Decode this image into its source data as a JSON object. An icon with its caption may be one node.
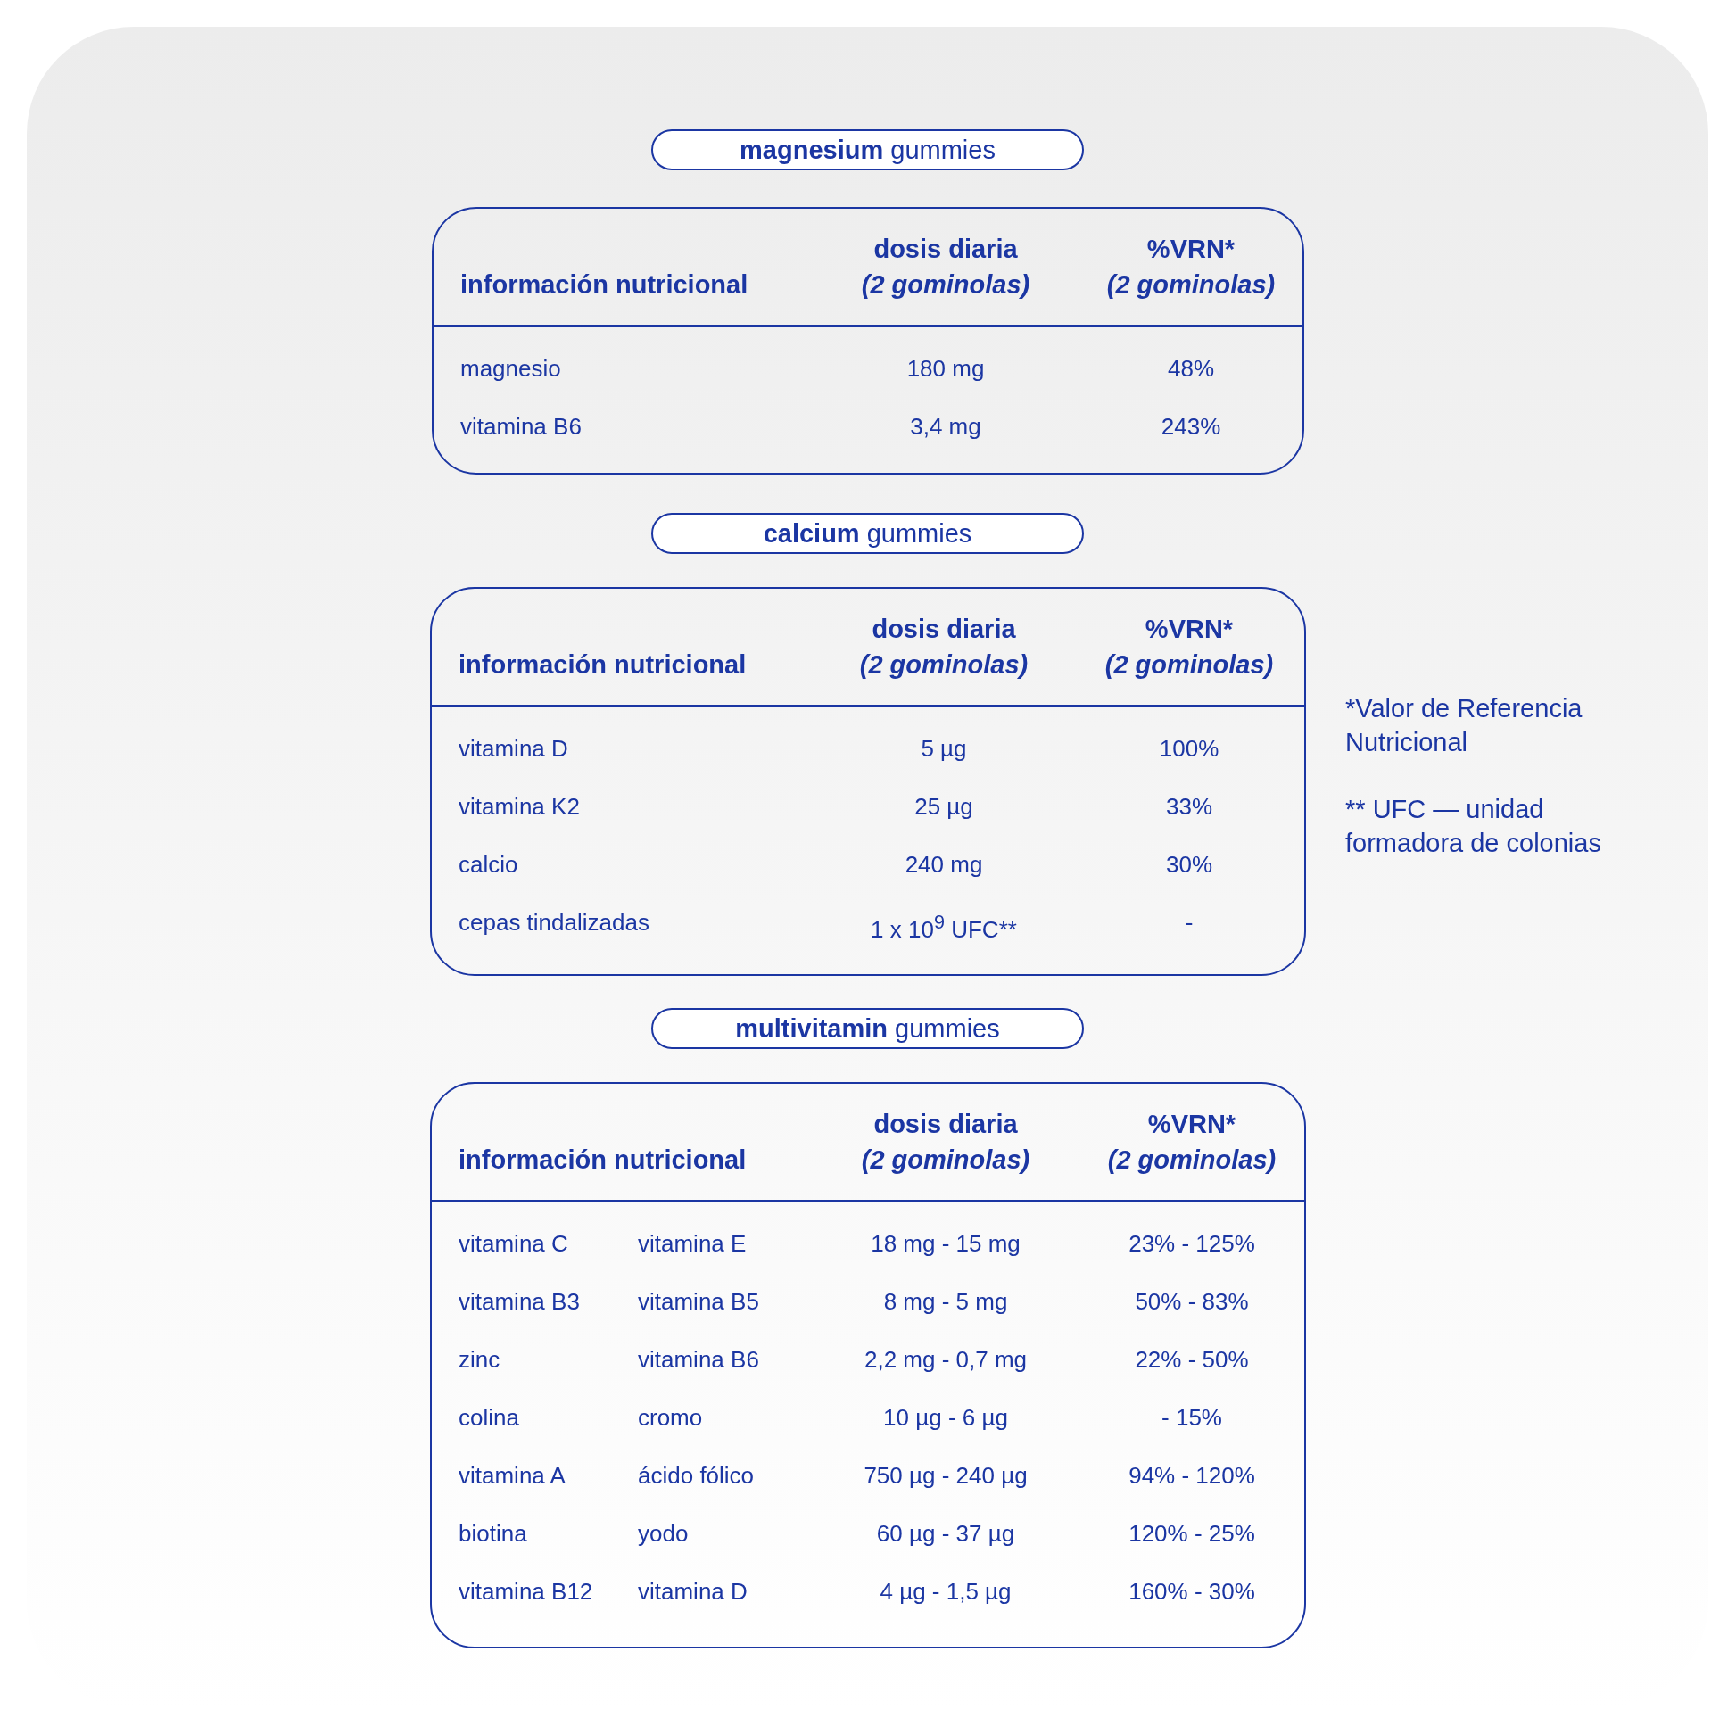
{
  "diagram": {
    "nodes": [
      {
        "text": [
          "**magnesium** gummies"
        ]
      },
      {
        "text": [
          "información nutricional",
          "dosis diaria",
          "(2 gominolas)",
          "%VRN*",
          "(2 gominolas)",
          "magnesio",
          "180 mg",
          "48%",
          "vitamina B6",
          "3,4 mg",
          "243%"
        ]
      },
      {
        "text": [
          "**calcium** gummies"
        ]
      },
      {
        "text": [
          "información nutricional",
          "dosis diaria",
          "(2 gominolas)",
          "%VRN*",
          "(2 gominolas)",
          "vitamina D",
          "5 µg",
          "100%",
          "vitamina K2",
          "25 µg",
          "33%",
          "calcio",
          "240 mg",
          "30%",
          "cepas tindalizadas",
          "1 x 10$^{9}$ UFC**",
          "-"
        ]
      },
      {
        "text": [
          "**multivitamin** gummies"
        ]
      },
      {
        "text": [
          "información nutricional",
          "dosis diaria",
          "(2 gominolas)",
          "%VRN*",
          "(2 gominolas)",
          "vitamina C",
          "vitamina E",
          "18 mg - 15 mg",
          "23% - 125%",
          "vitamina B3",
          "vitamina B5",
          "8 mg - 5 mg",
          "50% - 83%",
          "zinc",
          "vitamina B6",
          "2,2 mg - 0,7 mg",
          "22% - 50%",
          "colina",
          "cromo",
          "10 µg - 6 µg",
          "- 15%",
          "vitamina A",
          "ácido fólico",
          "750 µg - 240 µg",
          "94% - 120%",
          "biotina",
          "yodo",
          "60 µg - 37 µg",
          "120% - 25%",
          "vitamina B12",
          "vitamina D",
          "4 µg - 1,5 µg",
          "160% - 30%"
        ]
      }
    ],
    "labels": [
      "*Valor de Referencia Nutricional",
      "** UFC — unidad formadora de colonias"
    ]
  }
}
